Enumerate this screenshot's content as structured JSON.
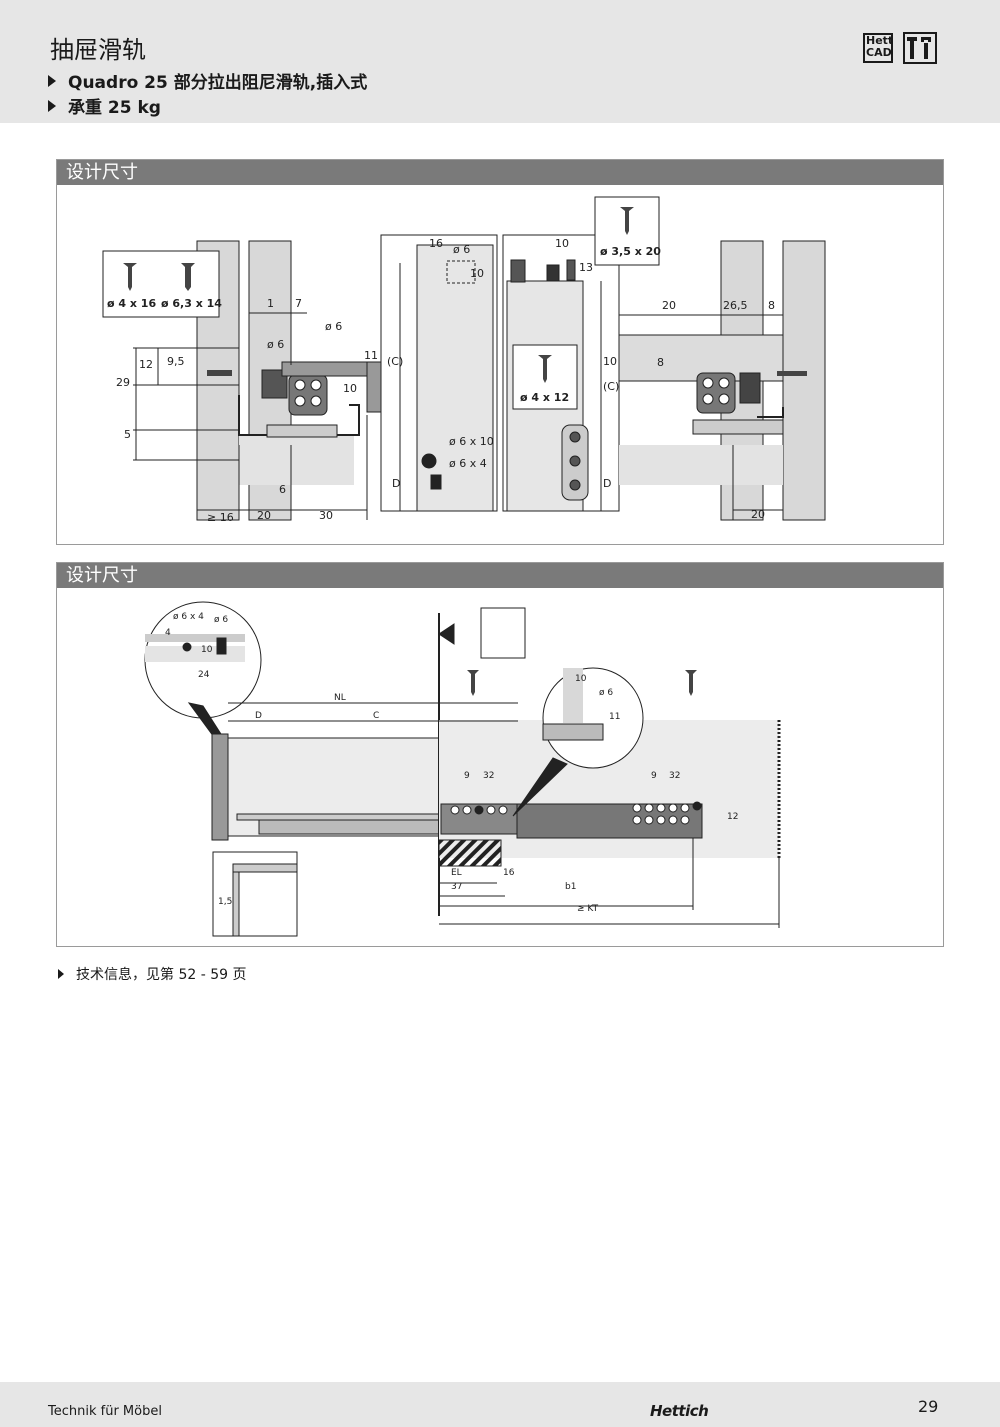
{
  "header": {
    "title": "抽屉滑轨",
    "subtitle_1": "Quadro 25 部分拉出阻尼滑轨,插入式",
    "subtitle_2": "承重 25 kg",
    "logo_cad_line1": "Hett",
    "logo_cad_line2": "CAD",
    "tools_icon": "tools-icon"
  },
  "panel1": {
    "heading": "设计尺寸",
    "screw_a": "ø 4 x 16",
    "screw_b": "ø 6,3 x 14",
    "screw_c": "ø 3,5 x 20",
    "screw_d": "ø 4 x 12",
    "labels": {
      "d1": "1",
      "d7": "7",
      "dia6a": "ø 6",
      "dia6b": "ø 6",
      "d12": "12",
      "d95": "9,5",
      "d29": "29",
      "d5": "5",
      "d11": "11",
      "d10a": "10",
      "d6": "6",
      "dge16": "≥ 16",
      "d20a": "20",
      "d30": "30",
      "d16": "16",
      "dia6c": "ø 6",
      "d10b": "10",
      "c1": "(C)",
      "dia6x10": "ø 6 x 10",
      "dia6x4": "ø 6 x 4",
      "D1": "D",
      "d10c": "10",
      "d13": "13",
      "d10d": "10",
      "c2": "(C)",
      "D2": "D",
      "d20b": "20",
      "d265": "26,5",
      "d8a": "8",
      "d8b": "8",
      "d20c": "20"
    }
  },
  "panel2": {
    "heading": "设计尺寸",
    "labels": {
      "dia6x4": "ø 6 x 4",
      "dia6": "ø 6",
      "d4": "4",
      "d10a": "10",
      "d24": "24",
      "NL": "NL",
      "D": "D",
      "C": "C",
      "d10b": "10",
      "dia6b": "ø 6",
      "d11": "11",
      "d9a": "9",
      "d32a": "32",
      "d9b": "9",
      "d32b": "32",
      "d12": "12",
      "d15": "1,5",
      "EL": "EL",
      "d16": "16",
      "d37": "37",
      "b1": "b1",
      "KT": "≥ KT"
    }
  },
  "note": "技术信息，见第 52 - 59 页",
  "footer": {
    "left": "Technik für Möbel",
    "brand": "Hettich",
    "page": "29"
  }
}
